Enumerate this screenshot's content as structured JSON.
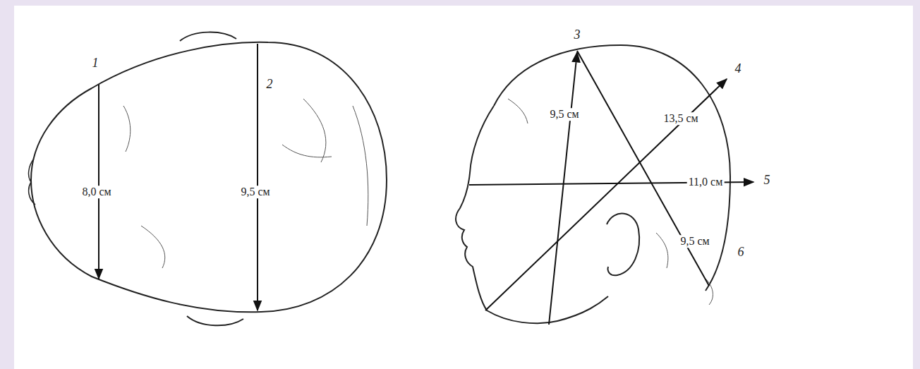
{
  "diagram": {
    "labels": [
      "1",
      "8,0 см",
      "2",
      "9,5 см",
      "3",
      "9,5 см",
      "4",
      "13,5 см",
      "11,0 см",
      "5",
      "9,5 см",
      "6"
    ]
  }
}
